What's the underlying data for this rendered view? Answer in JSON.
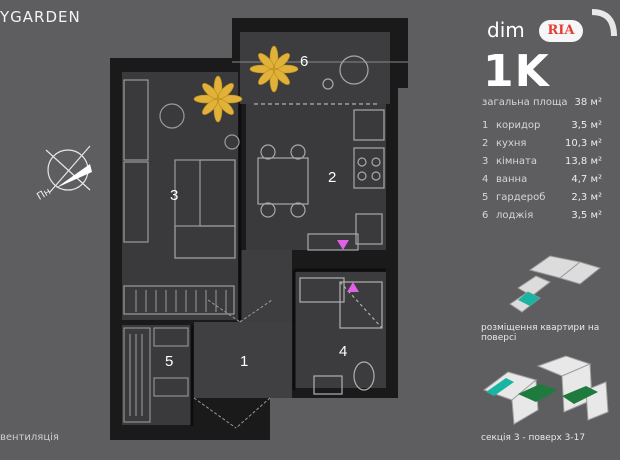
{
  "brand": "YGARDEN",
  "logo": {
    "dim": "dim",
    "ria": "RIA"
  },
  "apartment": {
    "type": "1K",
    "total_label": "загальна площа",
    "total_value": "38 м²",
    "rooms": [
      {
        "num": "1",
        "name": "коридор",
        "area": "3,5 м²"
      },
      {
        "num": "2",
        "name": "кухня",
        "area": "10,3 м²"
      },
      {
        "num": "3",
        "name": "кімната",
        "area": "13,8 м²"
      },
      {
        "num": "4",
        "name": "ванна",
        "area": "4,7 м²"
      },
      {
        "num": "5",
        "name": "гардероб",
        "area": "2,3 м²"
      },
      {
        "num": "6",
        "name": "лоджія",
        "area": "3,5 м²"
      }
    ]
  },
  "plan": {
    "labels": [
      "1",
      "2",
      "3",
      "4",
      "5",
      "6"
    ],
    "compass": "Пн",
    "ventilation": "вентиляція"
  },
  "captions": {
    "floor_position": "розміщення квартири на поверсі",
    "section": "секція 3 - поверх 3-17"
  },
  "colors": {
    "background": "#5e5e60",
    "walls": "#111111",
    "vent_marker": "#e060e6",
    "accent_teal": "#1bb3a2",
    "accent_green": "#1e7a3d"
  }
}
